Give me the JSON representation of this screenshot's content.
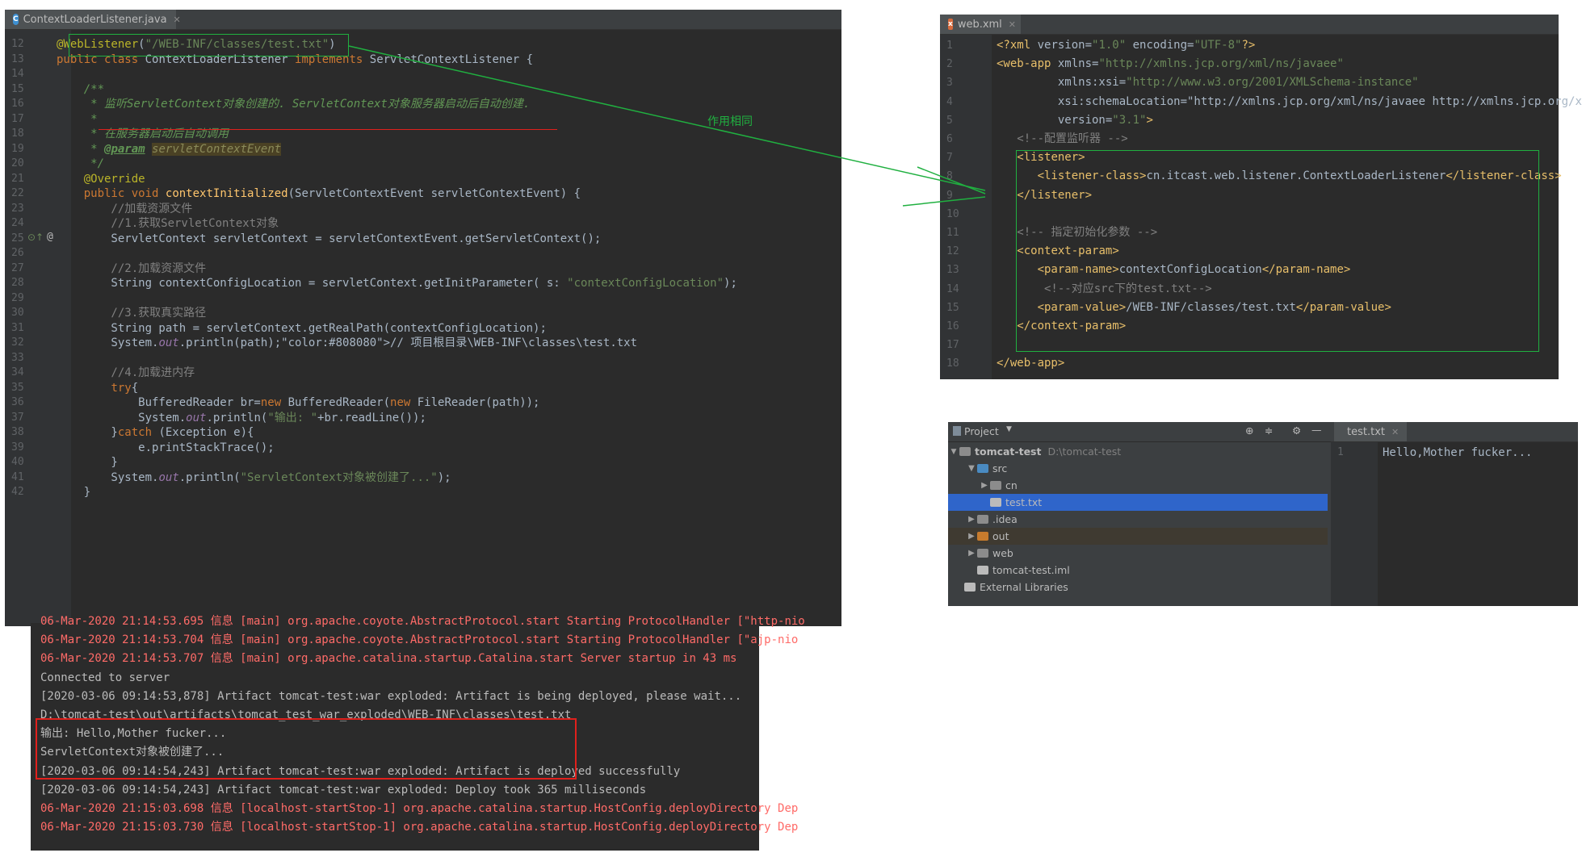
{
  "left_editor": {
    "tab_title": "ContextLoaderListener.java",
    "lines": [
      {
        "n": "12",
        "t": "@WebListener(\"/WEB-INF/classes/test.txt\")"
      },
      {
        "n": "13",
        "t": "public class ContextLoaderListener implements ServletContextListener {"
      },
      {
        "n": "14",
        "t": ""
      },
      {
        "n": "15",
        "t": "    /**"
      },
      {
        "n": "16",
        "t": "     * 监听ServletContext对象创建的. ServletContext对象服务器启动后自动创建."
      },
      {
        "n": "17",
        "t": "     *"
      },
      {
        "n": "18",
        "t": "     * 在服务器启动后自动调用"
      },
      {
        "n": "19",
        "t": "     * @param servletContextEvent"
      },
      {
        "n": "20",
        "t": "     */"
      },
      {
        "n": "21",
        "t": "    @Override"
      },
      {
        "n": "22",
        "t": "    public void contextInitialized(ServletContextEvent servletContextEvent) {"
      },
      {
        "n": "23",
        "t": "        //加载资源文件"
      },
      {
        "n": "24",
        "t": "        //1.获取ServletContext对象"
      },
      {
        "n": "25",
        "t": "        ServletContext servletContext = servletContextEvent.getServletContext();"
      },
      {
        "n": "26",
        "t": ""
      },
      {
        "n": "27",
        "t": "        //2.加载资源文件"
      },
      {
        "n": "28",
        "t": "        String contextConfigLocation = servletContext.getInitParameter( s: \"contextConfigLocation\");"
      },
      {
        "n": "29",
        "t": ""
      },
      {
        "n": "30",
        "t": "        //3.获取真实路径"
      },
      {
        "n": "31",
        "t": "        String path = servletContext.getRealPath(contextConfigLocation);"
      },
      {
        "n": "32",
        "t": "        System.out.println(path);// 项目根目录\\WEB-INF\\classes\\test.txt"
      },
      {
        "n": "33",
        "t": ""
      },
      {
        "n": "34",
        "t": "        //4.加载进内存"
      },
      {
        "n": "35",
        "t": "        try{"
      },
      {
        "n": "36",
        "t": "            BufferedReader br=new BufferedReader(new FileReader(path));"
      },
      {
        "n": "37",
        "t": "            System.out.println(\"输出: \"+br.readLine());"
      },
      {
        "n": "38",
        "t": "        }catch (Exception e){"
      },
      {
        "n": "39",
        "t": "            e.printStackTrace();"
      },
      {
        "n": "40",
        "t": "        }"
      },
      {
        "n": "41",
        "t": "        System.out.println(\"ServletContext对象被创建了...\");"
      },
      {
        "n": "42",
        "t": "    }"
      }
    ]
  },
  "annotation_label": "作用相同",
  "right_editor": {
    "tab_title": "web.xml",
    "lines": [
      {
        "n": "1",
        "t": "<?xml version=\"1.0\" encoding=\"UTF-8\"?>"
      },
      {
        "n": "2",
        "t": "<web-app xmlns=\"http://xmlns.jcp.org/xml/ns/javaee\""
      },
      {
        "n": "3",
        "t": "         xmlns:xsi=\"http://www.w3.org/2001/XMLSchema-instance\""
      },
      {
        "n": "4",
        "t": "         xsi:schemaLocation=\"http://xmlns.jcp.org/xml/ns/javaee http://xmlns.jcp.org/x"
      },
      {
        "n": "5",
        "t": "         version=\"3.1\">"
      },
      {
        "n": "6",
        "t": "   <!--配置监听器 -->"
      },
      {
        "n": "7",
        "t": "   <listener>"
      },
      {
        "n": "8",
        "t": "      <listener-class>cn.itcast.web.listener.ContextLoaderListener</listener-class>"
      },
      {
        "n": "9",
        "t": "   </listener>"
      },
      {
        "n": "10",
        "t": ""
      },
      {
        "n": "11",
        "t": "   <!-- 指定初始化参数 -->"
      },
      {
        "n": "12",
        "t": "   <context-param>"
      },
      {
        "n": "13",
        "t": "      <param-name>contextConfigLocation</param-name>"
      },
      {
        "n": "14",
        "t": "       <!--对应src下的test.txt-->"
      },
      {
        "n": "15",
        "t": "      <param-value>/WEB-INF/classes/test.txt</param-value>"
      },
      {
        "n": "16",
        "t": "   </context-param>"
      },
      {
        "n": "17",
        "t": ""
      },
      {
        "n": "18",
        "t": "</web-app>"
      }
    ]
  },
  "project": {
    "header": "Project",
    "root_name": "tomcat-test",
    "root_path": "D:\\tomcat-test",
    "items": [
      {
        "label": "src",
        "level": 1,
        "arrow": "▼",
        "color": "#4a8bc2"
      },
      {
        "label": "cn",
        "level": 2,
        "arrow": "▶",
        "color": "#8c8c8c"
      },
      {
        "label": "test.txt",
        "level": 2,
        "arrow": "",
        "color": "#bbbbbb",
        "selected": true
      },
      {
        "label": ".idea",
        "level": 1,
        "arrow": "▶",
        "color": "#8c8c8c"
      },
      {
        "label": "out",
        "level": 1,
        "arrow": "▶",
        "color": "#c77b2d",
        "highlight": true
      },
      {
        "label": "web",
        "level": 1,
        "arrow": "▶",
        "color": "#8c8c8c"
      },
      {
        "label": "tomcat-test.iml",
        "level": 1,
        "arrow": "",
        "color": "#bbbbbb"
      },
      {
        "label": "External Libraries",
        "level": 0,
        "arrow": "",
        "color": "#bbbbbb"
      }
    ]
  },
  "test_file": {
    "tab_title": "test.txt",
    "line_number": "1",
    "content": "Hello,Mother fucker..."
  },
  "console": {
    "lines": [
      {
        "t": "06-Mar-2020 21:14:53.695 信息 [main] org.apache.coyote.AbstractProtocol.start Starting ProtocolHandler [\"http-nio",
        "c": "red"
      },
      {
        "t": "06-Mar-2020 21:14:53.704 信息 [main] org.apache.coyote.AbstractProtocol.start Starting ProtocolHandler [\"ajp-nio",
        "c": "red"
      },
      {
        "t": "06-Mar-2020 21:14:53.707 信息 [main] org.apache.catalina.startup.Catalina.start Server startup in 43 ms",
        "c": "red"
      },
      {
        "t": "Connected to server",
        "c": "norm"
      },
      {
        "t": "[2020-03-06 09:14:53,878] Artifact tomcat-test:war exploded: Artifact is being deployed, please wait...",
        "c": "norm"
      },
      {
        "t": "D:\\tomcat-test\\out\\artifacts\\tomcat_test_war_exploded\\WEB-INF\\classes\\test.txt",
        "c": "norm"
      },
      {
        "t": "输出: Hello,Mother fucker...",
        "c": "norm"
      },
      {
        "t": "ServletContext对象被创建了...",
        "c": "norm"
      },
      {
        "t": "[2020-03-06 09:14:54,243] Artifact tomcat-test:war exploded: Artifact is deployed successfully",
        "c": "norm"
      },
      {
        "t": "[2020-03-06 09:14:54,243] Artifact tomcat-test:war exploded: Deploy took 365 milliseconds",
        "c": "norm"
      },
      {
        "t": "06-Mar-2020 21:15:03.698 信息 [localhost-startStop-1] org.apache.catalina.startup.HostConfig.deployDirectory Dep",
        "c": "red"
      },
      {
        "t": "06-Mar-2020 21:15:03.730 信息 [localhost-startStop-1] org.apache.catalina.startup.HostConfig.deployDirectory Dep",
        "c": "red"
      }
    ]
  },
  "colors": {
    "editor_bg": "#2b2b2b",
    "annotation_green": "#20b040",
    "highlight_red": "#e0201c"
  }
}
